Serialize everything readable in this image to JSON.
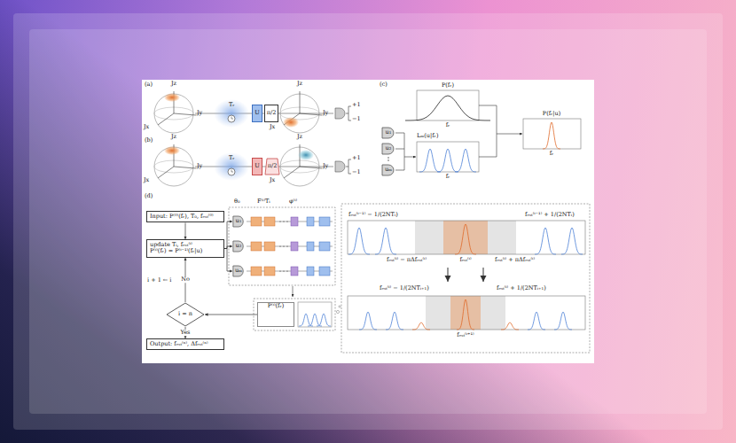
{
  "diagram": {
    "nodes": [
      {
        "text": [
          "U"
        ]
      },
      {
        "text": [
          "π/2"
        ]
      },
      {
        "text": [
          "U"
        ]
      },
      {
        "text": [
          "π/2"
        ]
      },
      {
        "text": [
          "u₁"
        ]
      },
      {
        "text": [
          "u₂"
        ]
      },
      {
        "text": [
          "uₘ"
        ]
      },
      {
        "text": [
          "Input: P⁽⁰⁾(fᵣ), T₀, fₑₛₜ⁽⁰⁾"
        ]
      },
      {
        "text": [
          "update Tᵢ, fₑₛₜ⁽ⁱ⁾",
          "P⁽ⁱ⁾(fᵣ) = P⁽ⁱ⁻¹⁾(fᵣ|u)"
        ]
      },
      {
        "text": [
          "i = n"
        ]
      },
      {
        "text": [
          "Output: fₑₛₜ⁽ⁿ⁾, Δfₑₛₜ⁽ⁿ⁾"
        ]
      },
      {
        "text": [
          "u₁"
        ]
      },
      {
        "text": [
          "u₂"
        ]
      },
      {
        "text": [
          "uₘ"
        ]
      },
      {
        "text": [
          "P⁽ⁱ⁾(fᵣ)"
        ]
      }
    ],
    "edges": [
      {
        "from": 7,
        "to": 8,
        "arrow": "to"
      },
      {
        "from": 8,
        "to": 11,
        "arrow": "to"
      },
      {
        "from": 8,
        "to": 12,
        "arrow": "to"
      },
      {
        "from": 8,
        "to": 13,
        "arrow": "to"
      },
      {
        "from": 14,
        "to": 9,
        "arrow": "to"
      },
      {
        "from": 9,
        "to": 8,
        "label": "No",
        "arrow": "to"
      },
      {
        "from": 9,
        "to": 10,
        "label": "Yes",
        "arrow": "to"
      }
    ],
    "labels": [
      "(a)",
      "Jz",
      "Jx",
      "Jy",
      "Tᵣ",
      "Jz",
      "Jx",
      "Jy",
      "+1",
      "−1",
      "(b)",
      "Jz",
      "Jx",
      "Jy",
      "Tᵣ",
      "Jz",
      "Jx",
      "Jy",
      "+1",
      "−1",
      "(c)",
      "P(fᵣ)",
      "fᵣ",
      "Lₘ(u|fᵣ)",
      "fᵣ",
      "P(fᵣ|u)",
      "fᵣ",
      "(d)",
      "i + 1 ← i",
      "θ₀",
      "F⁽ⁱ⁾Tᵢ",
      "φ⁽ⁱ⁾",
      "fₑₛₜ⁽ⁱ⁻¹⁾ − 1/(2NTᵢ)",
      "fₑₛₜ⁽ⁱ⁻¹⁾ + 1/(2NTᵢ)",
      "fₑₛₜ⁽ⁱ⁾ − πΔfₑₛₜ⁽ⁱ⁾",
      "fₑₛₜ⁽ⁱ⁾",
      "fₑₛₜ⁽ⁱ⁾ + πΔfₑₛₜ⁽ⁱ⁾",
      "fₑₛₜ⁽ⁱ⁾ − 1/(2NTᵢ₊₁)",
      "fₑₛₜ⁽ⁱ⁾ + 1/(2NTᵢ₊₁)",
      "fₑₛₜ⁽ⁱ⁺¹⁾"
    ]
  }
}
